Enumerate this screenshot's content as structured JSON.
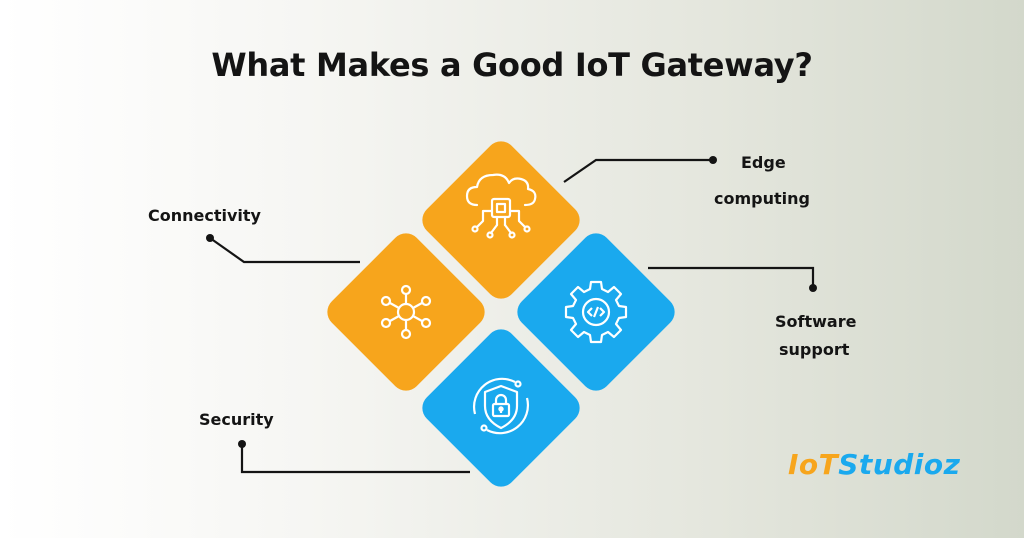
{
  "title": "What Makes a Good IoT Gateway?",
  "features": [
    {
      "label": "Edge",
      "label2": "computing",
      "icon": "cloud-chip-icon",
      "color": "#f7a51c"
    },
    {
      "label": "Connectivity",
      "icon": "hub-network-icon",
      "color": "#f7a51c"
    },
    {
      "label": "Software",
      "label2": "support",
      "icon": "gear-code-icon",
      "color": "#1aa9ee"
    },
    {
      "label": "Security",
      "icon": "shield-lock-icon",
      "color": "#1aa9ee"
    }
  ],
  "brand": {
    "part1": "IoT",
    "part2": "Studioz"
  },
  "colors": {
    "orange": "#f7a51c",
    "blue": "#1aa9ee",
    "text": "#141414"
  }
}
